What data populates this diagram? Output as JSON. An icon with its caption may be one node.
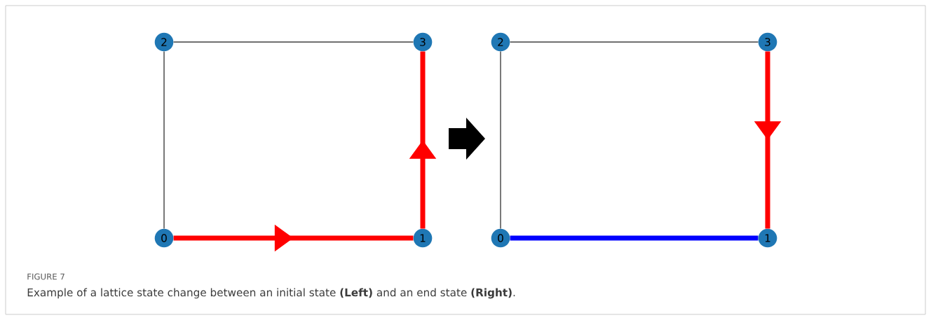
{
  "diagram": {
    "title": "FIGURE 7",
    "caption": "Example of a lattice state change between an initial state **(Left)** and an end state **(Right)**.",
    "nodes": [
      {
        "text": [
          "0"
        ]
      },
      {
        "text": [
          "1"
        ]
      },
      {
        "text": [
          "2"
        ]
      },
      {
        "text": [
          "3"
        ]
      },
      {
        "text": [
          "0"
        ]
      },
      {
        "text": [
          "1"
        ]
      },
      {
        "text": [
          "2"
        ]
      },
      {
        "text": [
          "3"
        ]
      }
    ],
    "edges": [
      {
        "from": 2,
        "to": 3,
        "arrow": "none"
      },
      {
        "from": 2,
        "to": 0,
        "arrow": "none"
      },
      {
        "from": 0,
        "to": 1,
        "arrow": "to",
        "style": "thick",
        "color": "#ff0000"
      },
      {
        "from": 1,
        "to": 3,
        "arrow": "to",
        "style": "thick",
        "color": "#ff0000"
      },
      {
        "from": 6,
        "to": 7,
        "arrow": "none"
      },
      {
        "from": 6,
        "to": 4,
        "arrow": "none"
      },
      {
        "from": 7,
        "to": 5,
        "arrow": "to",
        "style": "thick",
        "color": "#ff0000"
      },
      {
        "from": 4,
        "to": 5,
        "arrow": "none",
        "style": "thick",
        "color": "#0000ff"
      }
    ]
  }
}
